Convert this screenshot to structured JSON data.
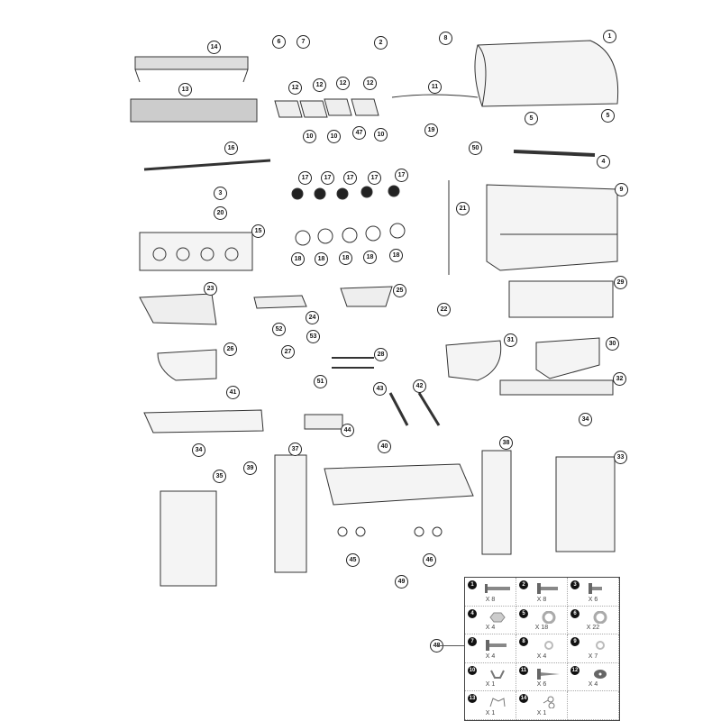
{
  "callouts": [
    {
      "n": "1"
    },
    {
      "n": "2"
    },
    {
      "n": "6"
    },
    {
      "n": "7"
    },
    {
      "n": "8"
    },
    {
      "n": "14"
    },
    {
      "n": "13"
    },
    {
      "n": "12"
    },
    {
      "n": "12"
    },
    {
      "n": "12"
    },
    {
      "n": "12"
    },
    {
      "n": "11"
    },
    {
      "n": "5"
    },
    {
      "n": "5"
    },
    {
      "n": "10"
    },
    {
      "n": "10"
    },
    {
      "n": "10"
    },
    {
      "n": "47"
    },
    {
      "n": "19"
    },
    {
      "n": "50"
    },
    {
      "n": "16"
    },
    {
      "n": "4"
    },
    {
      "n": "3"
    },
    {
      "n": "17"
    },
    {
      "n": "17"
    },
    {
      "n": "17"
    },
    {
      "n": "17"
    },
    {
      "n": "17"
    },
    {
      "n": "9"
    },
    {
      "n": "20"
    },
    {
      "n": "21"
    },
    {
      "n": "15"
    },
    {
      "n": "18"
    },
    {
      "n": "18"
    },
    {
      "n": "18"
    },
    {
      "n": "18"
    },
    {
      "n": "18"
    },
    {
      "n": "23"
    },
    {
      "n": "25"
    },
    {
      "n": "29"
    },
    {
      "n": "24"
    },
    {
      "n": "52"
    },
    {
      "n": "53"
    },
    {
      "n": "22"
    },
    {
      "n": "26"
    },
    {
      "n": "27"
    },
    {
      "n": "28"
    },
    {
      "n": "31"
    },
    {
      "n": "30"
    },
    {
      "n": "32"
    },
    {
      "n": "51"
    },
    {
      "n": "41"
    },
    {
      "n": "43"
    },
    {
      "n": "42"
    },
    {
      "n": "44"
    },
    {
      "n": "34"
    },
    {
      "n": "34"
    },
    {
      "n": "40"
    },
    {
      "n": "37"
    },
    {
      "n": "38"
    },
    {
      "n": "33"
    },
    {
      "n": "35"
    },
    {
      "n": "39"
    },
    {
      "n": "45"
    },
    {
      "n": "46"
    },
    {
      "n": "49"
    },
    {
      "n": "48"
    }
  ],
  "hardware": [
    {
      "n": "1",
      "qty": "X 8",
      "icon": "long-bolt"
    },
    {
      "n": "2",
      "qty": "X 8",
      "icon": "bolt"
    },
    {
      "n": "3",
      "qty": "X 6",
      "icon": "short-bolt"
    },
    {
      "n": "4",
      "qty": "X 4",
      "icon": "hex-nut"
    },
    {
      "n": "5",
      "qty": "X 18",
      "icon": "washer"
    },
    {
      "n": "6",
      "qty": "X 22",
      "icon": "washer"
    },
    {
      "n": "7",
      "qty": "X 4",
      "icon": "bolt"
    },
    {
      "n": "8",
      "qty": "X 4",
      "icon": "small-washer"
    },
    {
      "n": "9",
      "qty": "X 7",
      "icon": "small-washer"
    },
    {
      "n": "10",
      "qty": "X 1",
      "icon": "wing-nut"
    },
    {
      "n": "11",
      "qty": "X 6",
      "icon": "screw"
    },
    {
      "n": "12",
      "qty": "X 4",
      "icon": "rubber-washer"
    },
    {
      "n": "13",
      "qty": "X 1",
      "icon": "clip"
    },
    {
      "n": "14",
      "qty": "X 1",
      "icon": "key-ring"
    }
  ]
}
